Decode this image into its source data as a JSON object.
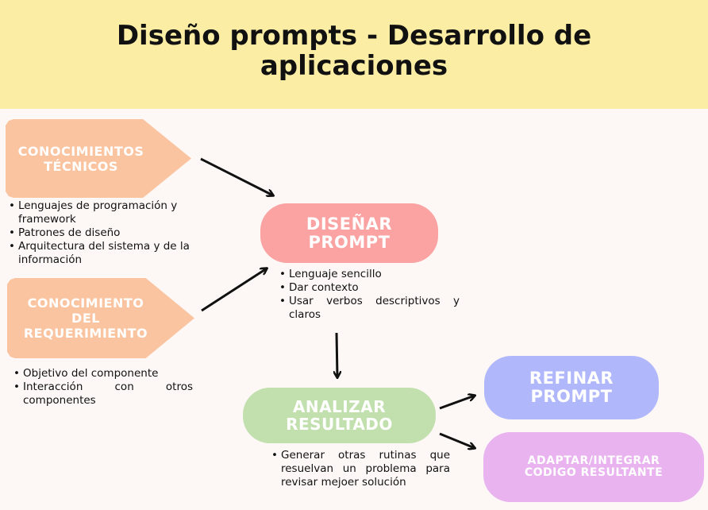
{
  "title": "Diseño prompts - Desarrollo de aplicaciones",
  "nodes": {
    "conocimientos_tecnicos": "CONOCIMIENTOS TÉCNICOS",
    "conocimiento_requerimiento": "CONOCIMIENTO DEL REQUERIMIENTO",
    "disenar_prompt": "DISEÑAR PROMPT",
    "analizar_resultado": "ANALIZAR RESULTADO",
    "refinar_prompt": "REFINAR PROMPT",
    "adaptar_integrar": "ADAPTAR/INTEGRAR CODIGO RESULTANTE"
  },
  "notes": {
    "tecnicos": [
      "Lenguajes de programación y framework",
      "Patrones de diseño",
      "Arquitectura del sistema y de la información"
    ],
    "requerimiento": [
      "Objetivo del componente",
      "Interacción con otros componentes"
    ],
    "disenar": [
      "Lenguaje sencillo",
      "Dar contexto",
      "Usar verbos descriptivos y claros"
    ],
    "analizar": [
      "Generar otras rutinas que resuelvan un problema para revisar mejoer solución"
    ]
  },
  "colors": {
    "header_bg": "#fbeda3",
    "page_bg": "#fdf8f6",
    "pentagon": "#fbc4a0",
    "disenar": "#fba2a2",
    "analizar": "#c2dfae",
    "refinar": "#b0b7fb",
    "adaptar": "#e9b3ef"
  }
}
